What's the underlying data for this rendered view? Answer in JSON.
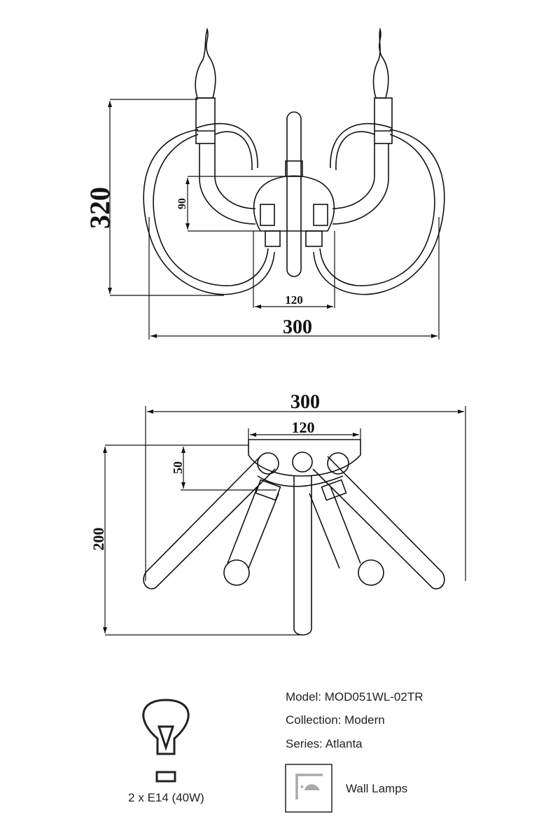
{
  "front_view": {
    "height_label": "320",
    "width_label": "300",
    "plate_width_label": "120",
    "plate_height_label": "90"
  },
  "top_view": {
    "width_label": "300",
    "plate_width_label": "120",
    "plate_depth_label": "50",
    "depth_label": "200"
  },
  "bulb": {
    "icon": "light-bulb-icon",
    "spec": "2 x E14 (40W)"
  },
  "product": {
    "model": "Model: MOD051WL-02TR",
    "collection": "Collection: Modern",
    "series": "Series: Atlanta",
    "category_icon": "wall-lamp-icon",
    "category": "Wall Lamps"
  }
}
